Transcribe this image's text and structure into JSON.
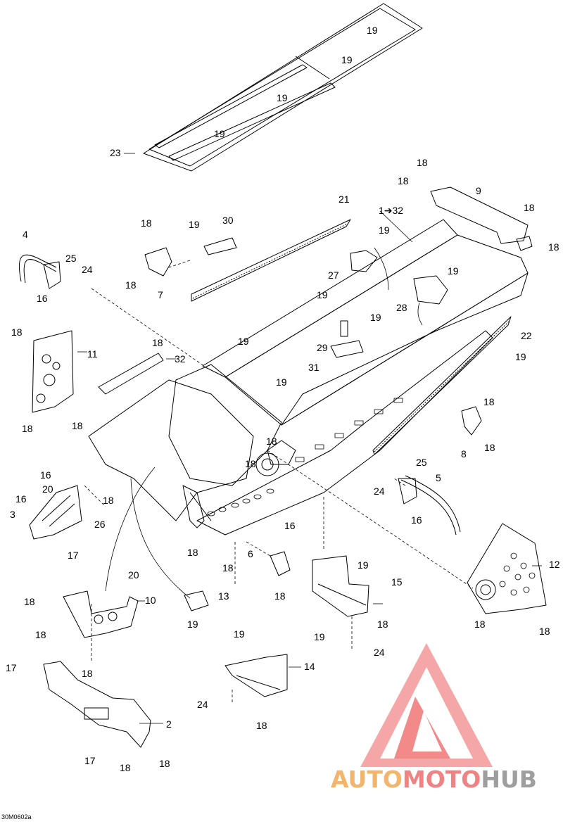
{
  "diagram": {
    "drawing_code": "30M0602a",
    "labels": [
      "19",
      "19",
      "19",
      "19",
      "23",
      "18",
      "18",
      "9",
      "18",
      "18",
      "21",
      "1➔32",
      "19",
      "30",
      "18",
      "4",
      "25",
      "24",
      "18",
      "7",
      "16",
      "19",
      "27",
      "19",
      "28",
      "19",
      "19",
      "29",
      "31",
      "19",
      "22",
      "19",
      "19",
      "18",
      "11",
      "18",
      "32",
      "18",
      "18",
      "18",
      "8",
      "18",
      "18",
      "25",
      "5",
      "24",
      "16",
      "16",
      "20",
      "16",
      "3",
      "26",
      "17",
      "18",
      "18",
      "16",
      "18",
      "6",
      "18",
      "19",
      "15",
      "19",
      "18",
      "24",
      "20",
      "18",
      "10",
      "13",
      "19",
      "18",
      "12",
      "18",
      "18",
      "19",
      "14",
      "17",
      "18",
      "18",
      "2",
      "24",
      "18",
      "17",
      "18",
      "18"
    ]
  },
  "watermark": {
    "text_part1": "AUTO",
    "text_part2": "MOTO",
    "text_part3": "HUB",
    "colors": {
      "orange": "#f2b56b",
      "red": "#ef8383",
      "gray": "#9e9e9e"
    }
  }
}
